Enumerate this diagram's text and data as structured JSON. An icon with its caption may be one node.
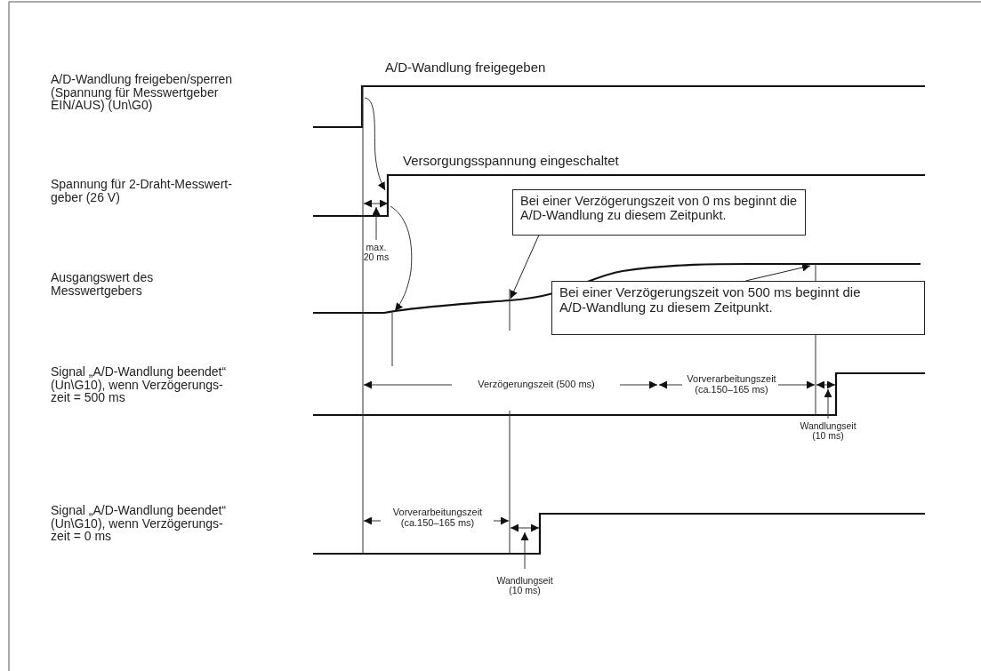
{
  "diagram": {
    "nodes": [
      {
        "text": [
          "Bei einer Verzögerungszeit von 0 ms beginnt die A/D-Wandlung zu diesem Zeitpunkt."
        ]
      },
      {
        "text": [
          "Bei einer Verzögerungszeit von 500 ms beginnt die A/D-Wandlung zu diesem Zeitpunkt."
        ]
      }
    ],
    "edges": [
      {
        "from": 0,
        "to": null,
        "arrow": "to"
      },
      {
        "from": 1,
        "to": null,
        "arrow": "to"
      }
    ],
    "labels": [
      "A/D-Wandlung freigeben/sperren (Spannung für Messwertgeber EIN/AUS) (Un\\G0)",
      "A/D-Wandlung freigegeben",
      "Versorgungsspannung eingeschaltet",
      "Spannung für 2-Draht-Messwert- geber (26 V)",
      "max. 20 ms",
      "Ausgangswert des Messwertgebers",
      "Signal „A/D-Wandlung beendet“ (Un\\G10), wenn Verzögerungs- zeit = 500 ms",
      "Verzögerungszeit (500 ms)",
      "Vorverarbeitungszeit (ca.150–165 ms)",
      "Wandlungseit (10 ms)",
      "Signal „A/D-Wandlung beendet“ (Un\\G10), wenn Verzögerungs- zeit = 0 ms",
      "Vorverarbeitungszeit (ca.150–165 ms)",
      "Wandlungseit (10 ms)"
    ]
  }
}
